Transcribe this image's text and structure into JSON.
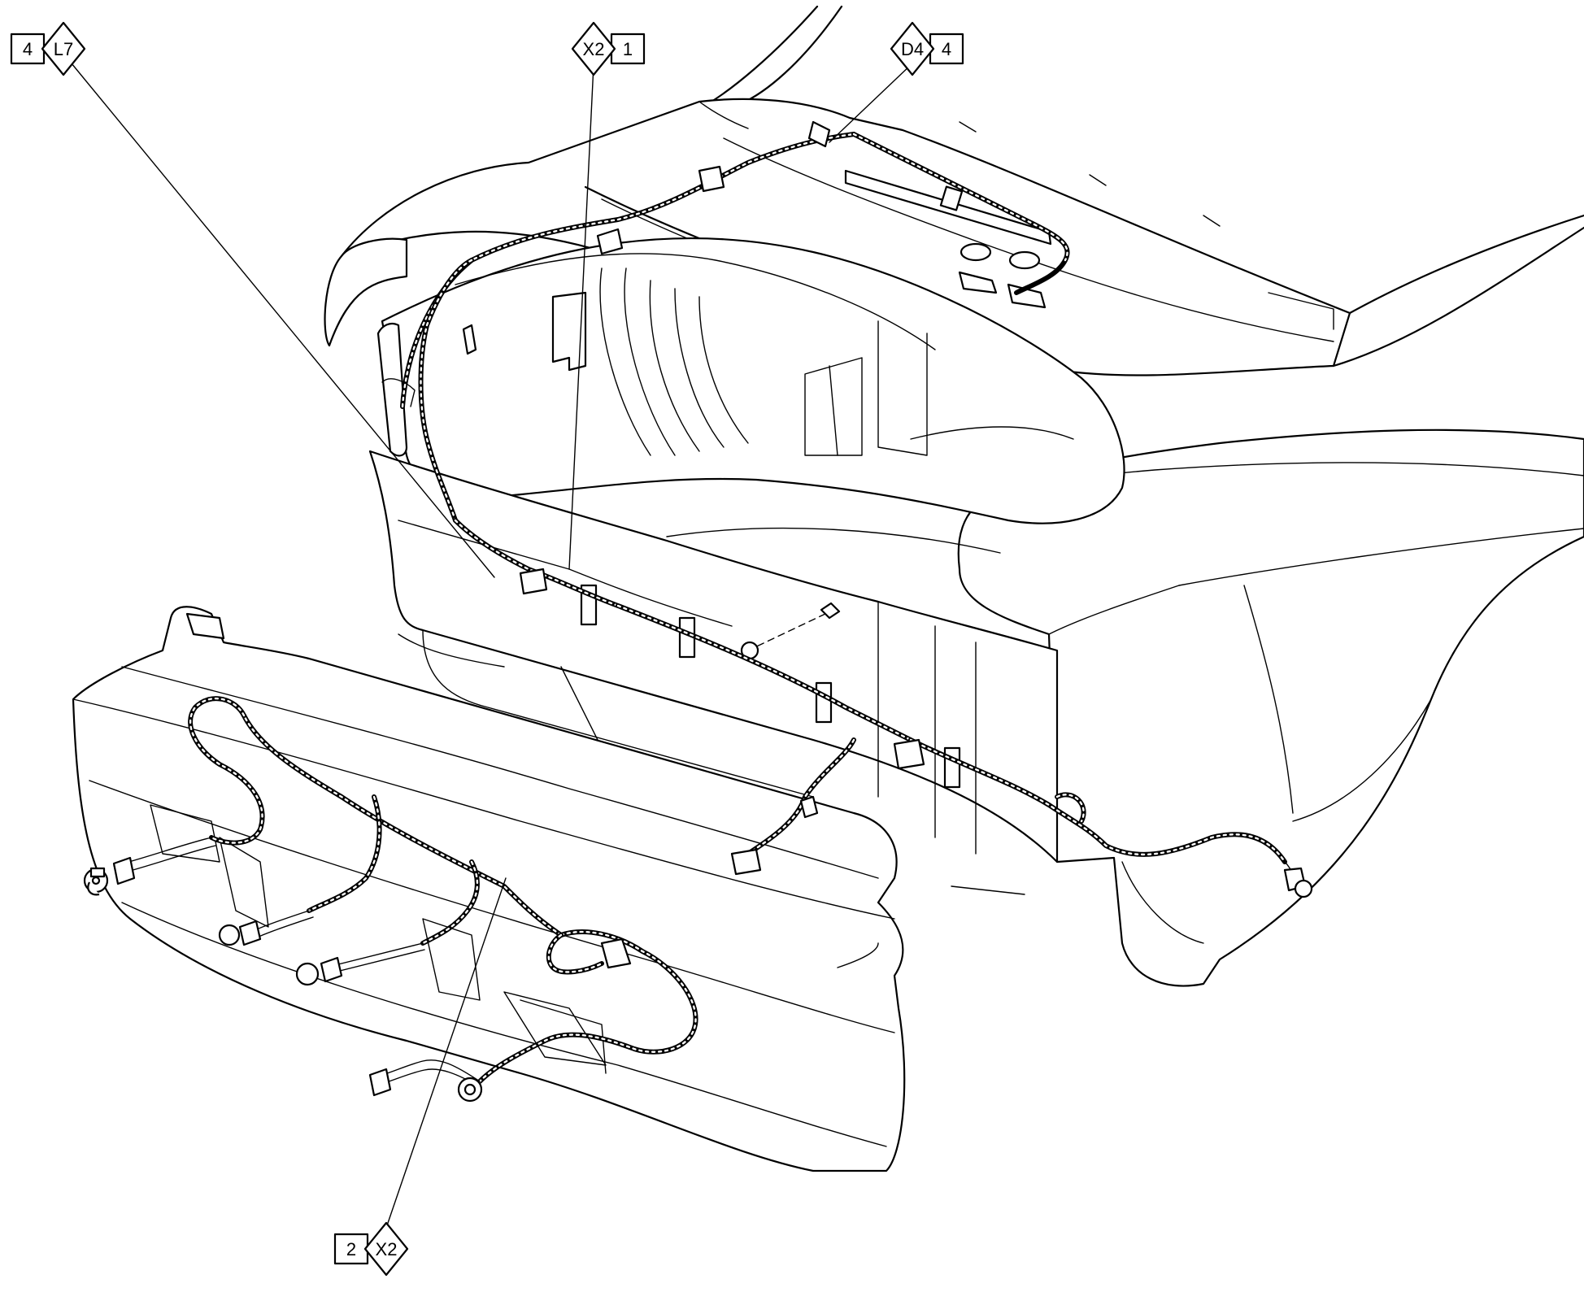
{
  "callouts": [
    {
      "id": "callout-4-l7",
      "box": "4",
      "diamond": "L7",
      "order": "box-first"
    },
    {
      "id": "callout-x2-1",
      "box": "1",
      "diamond": "X2",
      "order": "diamond-first"
    },
    {
      "id": "callout-d4-4",
      "box": "4",
      "diamond": "D4",
      "order": "diamond-first"
    },
    {
      "id": "callout-2-x2",
      "box": "2",
      "diamond": "X2",
      "order": "box-first"
    }
  ],
  "colors": {
    "line": "#000000",
    "background": "#ffffff"
  }
}
